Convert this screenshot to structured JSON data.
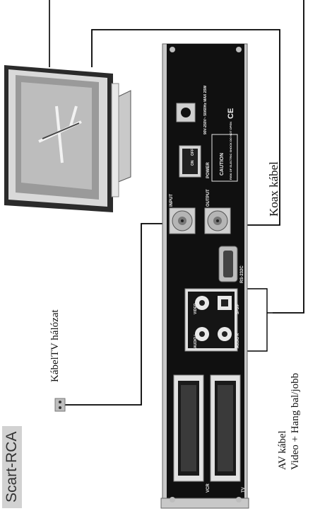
{
  "labels": {
    "scart_rca": "Scart-RCA",
    "cable_tv_network": "KábelTV hálózat",
    "coax_cable": "Koax kábel",
    "av_cable": "AV kábel",
    "video_audio_lr": "Video + Hang bal/jobb"
  },
  "receiver": {
    "panel_labels": {
      "input": "INPUT",
      "output": "OUTPUT",
      "rs232": "RS-232C",
      "power": "POWER",
      "on": "ON",
      "off": "OFF",
      "caution": "CAUTION",
      "caution_note": "RISK OF ELECTRIC SHOCK DO NOT OPEN",
      "rating": "90V-250V~ 50/60Hz MAX 25W",
      "video": "VIDEO",
      "audio_l": "AUDIO L",
      "audio_r": "AUDIO R",
      "spdif": "SPDIF",
      "vcr": "VCR",
      "tv": "TV",
      "ce": "CE"
    }
  },
  "colors": {
    "panel": "#101010",
    "chassis": "#c8c8c8",
    "label_bg": "#d2d2d2",
    "cable": "#000000"
  }
}
